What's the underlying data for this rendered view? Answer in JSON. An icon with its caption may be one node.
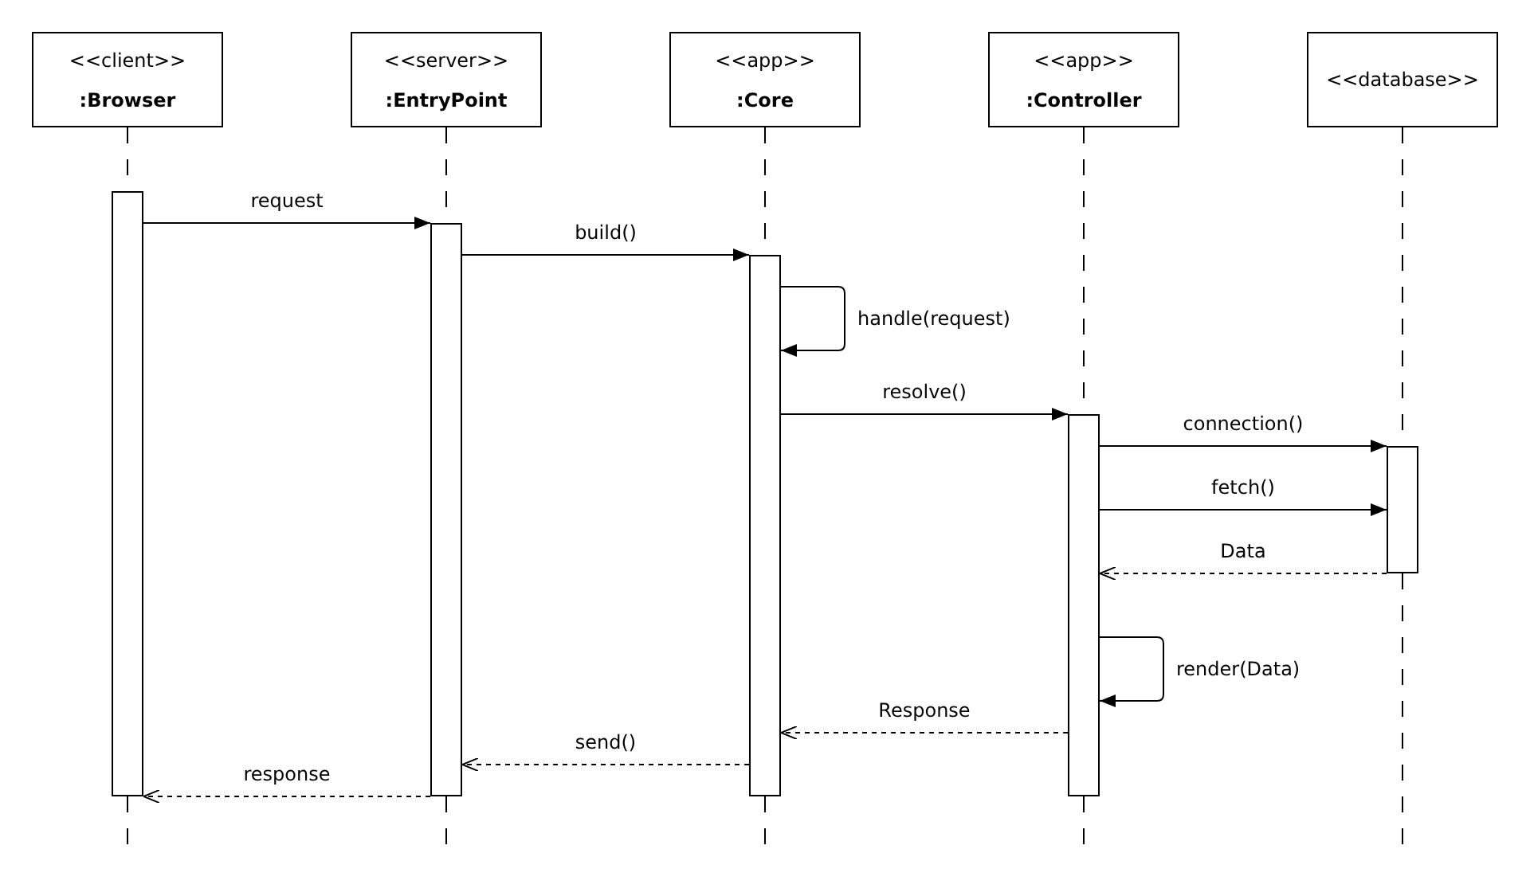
{
  "diagram": {
    "nodes": [
      {
        "text": [
          "<<client>>",
          ":Browser"
        ]
      },
      {
        "text": [
          "<<server>>",
          ":EntryPoint"
        ]
      },
      {
        "text": [
          "<<app>>",
          ":Core"
        ]
      },
      {
        "text": [
          "<<app>>",
          ":Controller"
        ]
      },
      {
        "text": [
          "<<database>>"
        ]
      },
      {
        "text": [],
        "shape": "bar"
      },
      {
        "text": [],
        "shape": "bar"
      },
      {
        "text": [],
        "shape": "bar"
      },
      {
        "text": [],
        "shape": "bar"
      },
      {
        "text": [],
        "shape": "bar"
      }
    ],
    "edges": [
      {
        "from": 5,
        "to": 6,
        "arrow": "to",
        "label": "request"
      },
      {
        "from": 6,
        "to": 7,
        "arrow": "to",
        "label": "build()"
      },
      {
        "from": 7,
        "to": 7,
        "arrow": "to",
        "label": "handle(request)"
      },
      {
        "from": 7,
        "to": 8,
        "arrow": "to",
        "label": "resolve()"
      },
      {
        "from": 8,
        "to": 9,
        "arrow": "to",
        "label": "connection()"
      },
      {
        "from": 8,
        "to": 9,
        "arrow": "to",
        "label": "fetch()"
      },
      {
        "from": 9,
        "to": 8,
        "arrow": "to",
        "label": "Data",
        "style": "dashed"
      },
      {
        "from": 8,
        "to": 8,
        "arrow": "to",
        "label": "render(Data)"
      },
      {
        "from": 8,
        "to": 7,
        "arrow": "to",
        "label": "Response",
        "style": "dashed"
      },
      {
        "from": 7,
        "to": 6,
        "arrow": "to",
        "label": "send()",
        "style": "dashed"
      },
      {
        "from": 6,
        "to": 5,
        "arrow": "to",
        "label": "response",
        "style": "dashed"
      }
    ]
  }
}
